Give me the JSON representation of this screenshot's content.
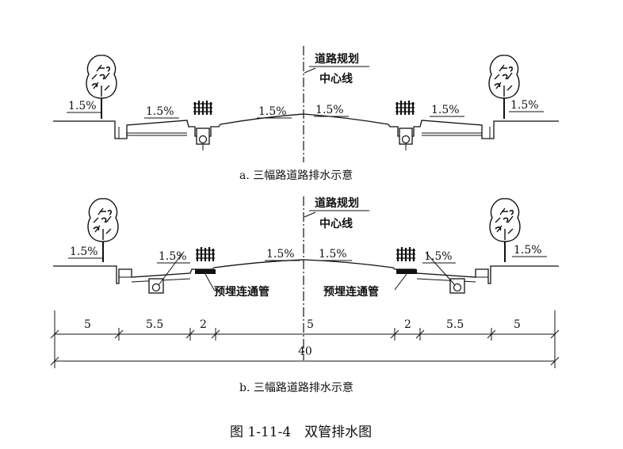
{
  "centerline_label": [
    "道路规划",
    "中心线"
  ],
  "diagram_a": {
    "caption": "a. 三幅路道路排水示意",
    "slopes": [
      "1.5%",
      "1.5%",
      "1.5%",
      "1.5%",
      "1.5%",
      "1.5%"
    ]
  },
  "diagram_b": {
    "caption": "b. 三幅路道路排水示意",
    "slopes": [
      "1.5%",
      "1.5%",
      "1.5%",
      "1.5%",
      "1.5%",
      "1.5%"
    ],
    "pipe_label": "预埋连通管",
    "segment_dims": [
      "5",
      "5.5",
      "2",
      "5",
      "2",
      "5.5",
      "5"
    ],
    "total_width": "40"
  },
  "figure_title": "图 1-11-4　双管排水图",
  "icons": [
    "tree-icon",
    "shrub-icon",
    "drain-pipe-icon"
  ]
}
